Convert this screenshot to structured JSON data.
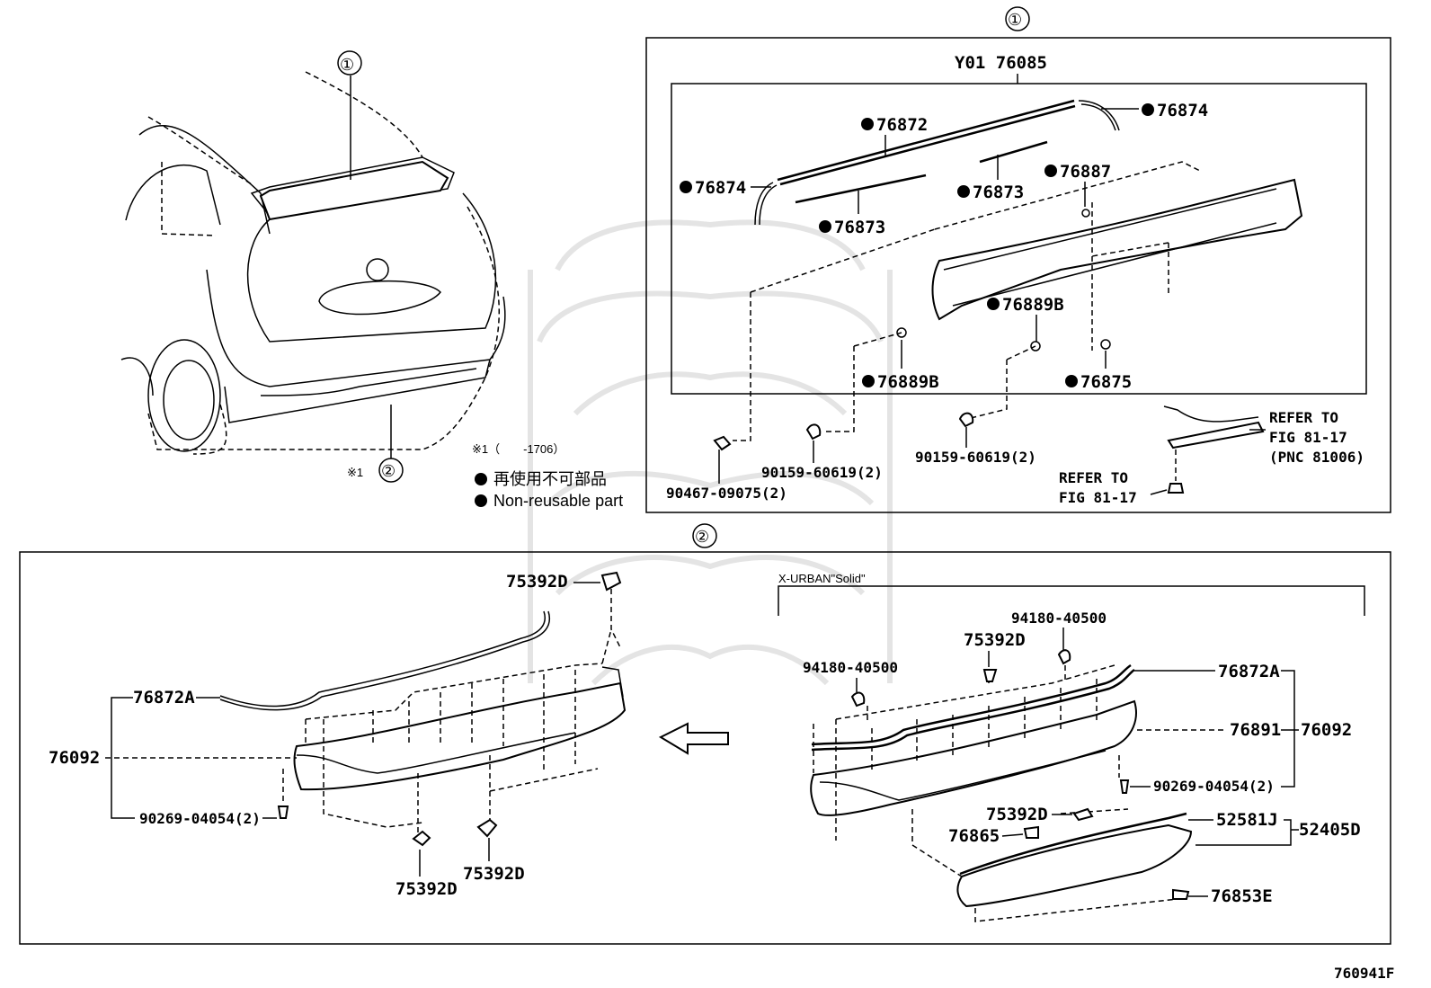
{
  "diagram_id": "760941F",
  "callouts": {
    "one": "①",
    "two": "②"
  },
  "left_top": {
    "callout_vehicle_spoiler": "①",
    "callout_vehicle_bumper": "②",
    "note_prefix": "※1",
    "note_range": "※1（　　-1706）",
    "legend_jp": "再使用不可部品",
    "legend_en": "Non-reusable part"
  },
  "box1": {
    "title": "Y01 76085",
    "parts": {
      "p76872": "76872",
      "p76874_right": "76874",
      "p76874_left": "76874",
      "p76873_right": "76873",
      "p76873_left": "76873",
      "p76887": "76887",
      "p76889b_right": "76889B",
      "p76889b_left": "76889B",
      "p76875": "76875",
      "p90159_left": "90159-60619(2)",
      "p90159_right": "90159-60619(2)",
      "p90467": "90467-09075(2)"
    },
    "refer1": [
      "REFER TO",
      "FIG 81-17",
      "(PNC 81006)"
    ],
    "refer2": [
      "REFER TO",
      "FIG 81-17"
    ]
  },
  "box2": {
    "variant_label": "X-URBAN\"Solid\"",
    "left_parts": {
      "p75392d_top": "75392D",
      "p76872a": "76872A",
      "p76092": "76092",
      "p90269": "90269-04054(2)",
      "p75392d_bottom1": "75392D",
      "p75392d_bottom2": "75392D"
    },
    "right_parts": {
      "p94180_right": "94180-40500",
      "p94180_left": "94180-40500",
      "p75392d_top": "75392D",
      "p76872a": "76872A",
      "p76891": "76891",
      "p76092": "76092",
      "p90269": "90269-04054(2)",
      "p75392d_mid": "75392D",
      "p76865": "76865",
      "p52581j": "52581J",
      "p52405d": "52405D",
      "p76853e": "76853E"
    }
  }
}
